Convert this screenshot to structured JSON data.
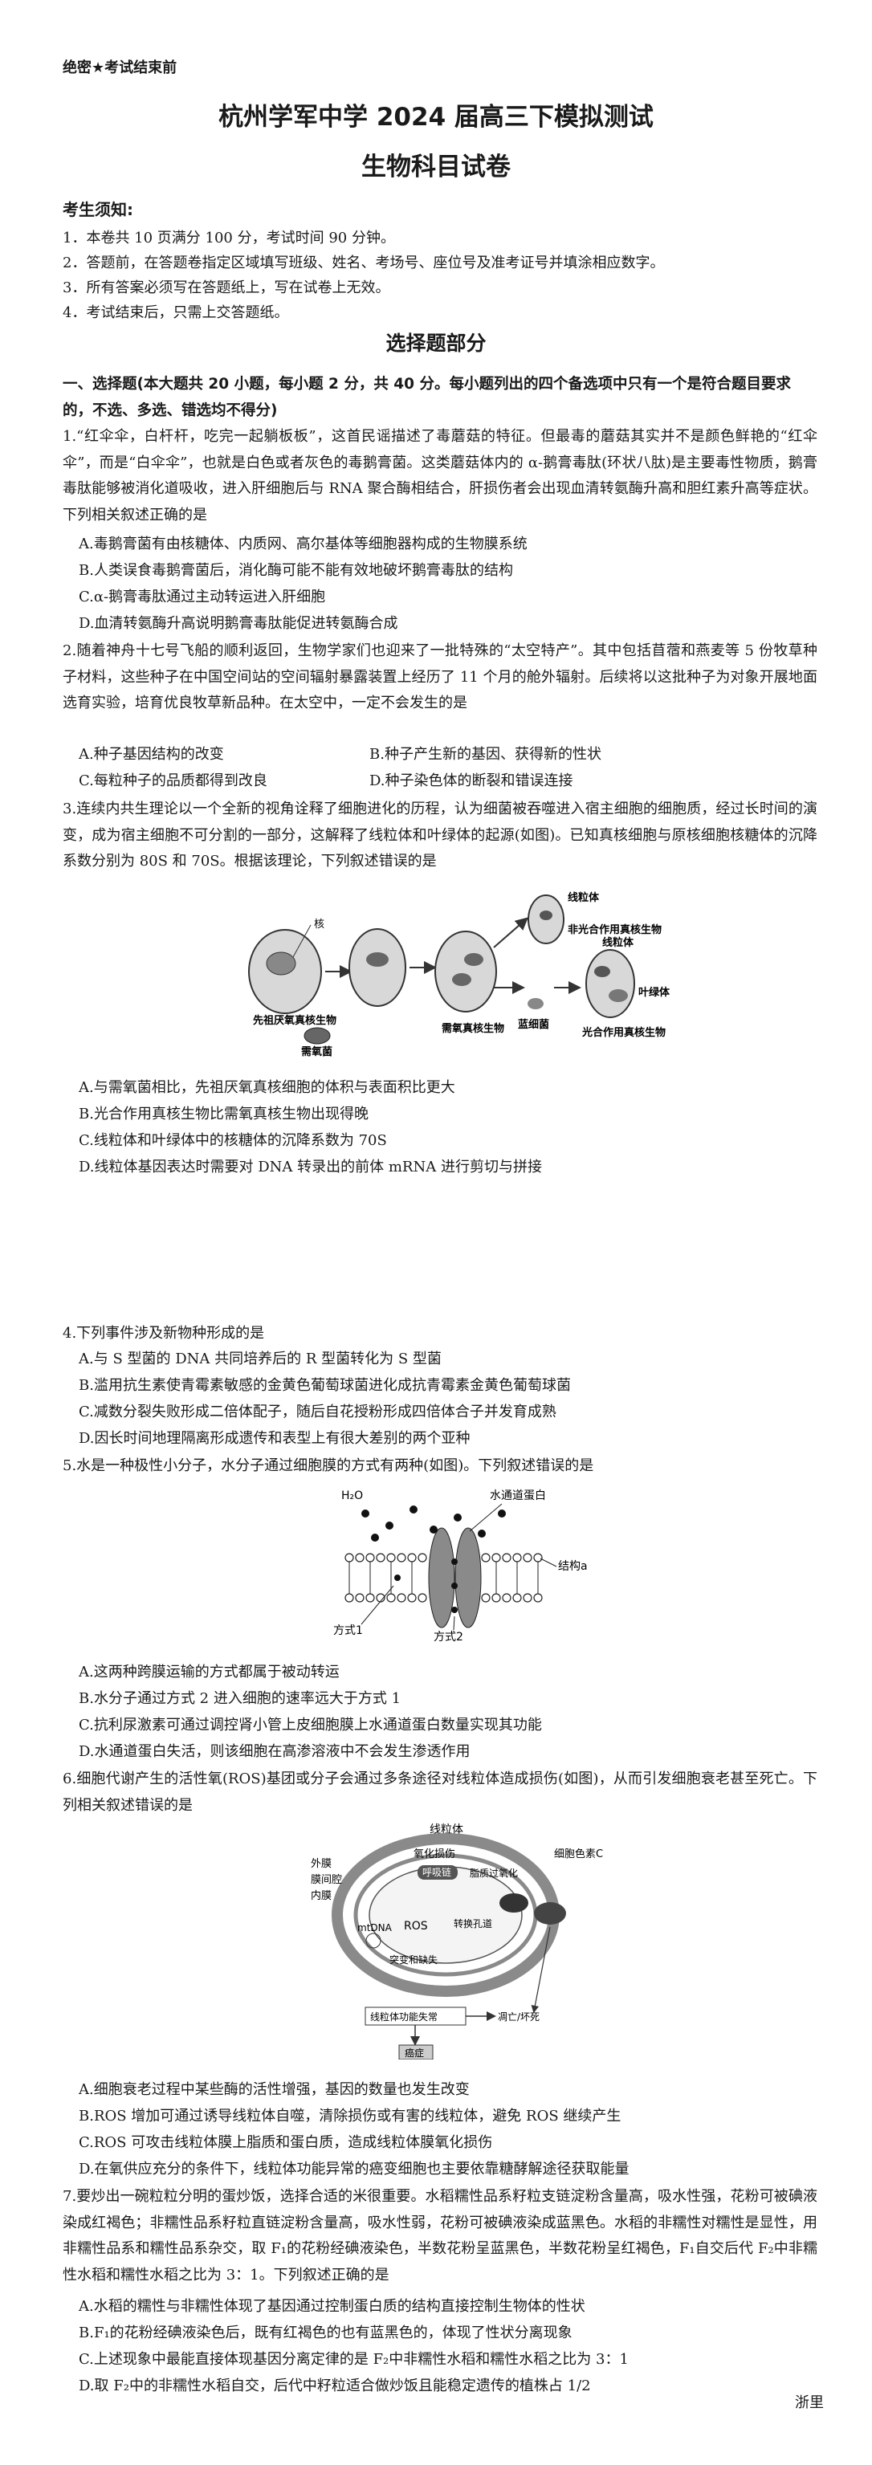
{
  "header": {
    "confidential": "绝密★考试结束前",
    "title": "杭州学军中学  2024 届高三下模拟测试",
    "subtitle": "生物科目试卷"
  },
  "notes": {
    "heading": "考生须知:",
    "items": [
      "1．本卷共 10 页满分 100 分，考试时间 90 分钟。",
      "2．答题前，在答题卷指定区域填写班级、姓名、考场号、座位号及准考证号并填涂相应数字。",
      "3．所有答案必须写在答题纸上，写在试卷上无效。",
      "4．考试结束后，只需上交答题纸。"
    ]
  },
  "section_title": "选择题部分",
  "section_intro": "一、选择题(本大题共 20 小题，每小题 2 分，共 40 分。每小题列出的四个备选项中只有一个是符合题目要求的，不选、多选、错选均不得分)",
  "questions": [
    {
      "stem": "1.“红伞伞，白杆杆，吃完一起躺板板”，这首民谣描述了毒蘑菇的特征。但最毒的蘑菇其实并不是颜色鲜艳的“红伞伞”，而是“白伞伞”，也就是白色或者灰色的毒鹅膏菌。这类蘑菇体内的 α-鹅膏毒肽(环状八肽)是主要毒性物质，鹅膏毒肽能够被消化道吸收，进入肝细胞后与 RNA  聚合酶相结合，肝损伤者会出现血清转氨酶升高和胆红素升高等症状。下列相关叙述正确的是",
      "options": [
        "A.毒鹅膏菌有由核糖体、内质网、高尔基体等细胞器构成的生物膜系统",
        "B.人类误食毒鹅膏菌后，消化酶可能不能有效地破坏鹅膏毒肽的结构",
        "C.α-鹅膏毒肽通过主动转运进入肝细胞",
        "D.血清转氨酶升高说明鹅膏毒肽能促进转氨酶合成"
      ]
    },
    {
      "stem": "2.随着神舟十七号飞船的顺利返回，生物学家们也迎来了一批特殊的“太空特产”。其中包括苜蓿和燕麦等  5  份牧草种子材料，这些种子在中国空间站的空间辐射暴露装置上经历了 11 个月的舱外辐射。后续将以这批种子为对象开展地面选育实验，培育优良牧草新品种。在太空中，一定不会发生的是",
      "options": [
        "A.种子基因结构的改变",
        "B.种子产生新的基因、获得新的性状",
        "C.每粒种子的品质都得到改良",
        "D.种子染色体的断裂和错误连接"
      ]
    },
    {
      "stem": "3.连续内共生理论以一个全新的视角诠释了细胞进化的历程，认为细菌被吞噬进入宿主细胞的细胞质，经过长时间的演变，成为宿主细胞不可分割的一部分，这解释了线粒体和叶绿体的起源(如图)。已知真核细胞与原核细胞核糖体的沉降系数分别为 80S  和 70S。根据该理论，下列叙述错误的是",
      "options": [
        "A.与需氧菌相比，先祖厌氧真核细胞的体积与表面积比更大",
        "B.光合作用真核生物比需氧真核生物出现得晚",
        "C.线粒体和叶绿体中的核糖体的沉降系数为 70S",
        "D.线粒体基因表达时需要对 DNA  转录出的前体 mRNA  进行剪切与拼接"
      ]
    },
    {
      "stem": "4.下列事件涉及新物种形成的是",
      "options": [
        "A.与 S 型菌的 DNA  共同培养后的 R 型菌转化为 S 型菌",
        "B.滥用抗生素使青霉素敏感的金黄色葡萄球菌进化成抗青霉素金黄色葡萄球菌",
        "C.减数分裂失败形成二倍体配子，随后自花授粉形成四倍体合子并发育成熟",
        "D.因长时间地理隔离形成遗传和表型上有很大差别的两个亚种"
      ]
    },
    {
      "stem": "5.水是一种极性小分子，水分子通过细胞膜的方式有两种(如图)。下列叙述错误的是",
      "options": [
        "A.这两种跨膜运输的方式都属于被动转运",
        "B.水分子通过方式 2  进入细胞的速率远大于方式 1",
        "C.抗利尿激素可通过调控肾小管上皮细胞膜上水通道蛋白数量实现其功能",
        "D.水通道蛋白失活，则该细胞在高渗溶液中不会发生渗透作用"
      ]
    },
    {
      "stem": "6.细胞代谢产生的活性氧(ROS)基团或分子会通过多条途径对线粒体造成损伤(如图)，从而引发细胞衰老甚至死亡。下列相关叙述错误的是",
      "options": [
        "A.细胞衰老过程中某些酶的活性增强，基因的数量也发生改变",
        "B.ROS 增加可通过诱导线粒体自噬，清除损伤或有害的线粒体，避免  ROS 继续产生",
        "C.ROS 可攻击线粒体膜上脂质和蛋白质，造成线粒体膜氧化损伤",
        "D.在氧供应充分的条件下，线粒体功能异常的癌变细胞也主要依靠糖酵解途径获取能量"
      ]
    },
    {
      "stem": "7.要炒出一碗粒粒分明的蛋炒饭，选择合适的米很重要。水稻糯性品系籽粒支链淀粉含量高，吸水性强，花粉可被碘液染成红褐色；非糯性品系籽粒直链淀粉含量高，吸水性弱，花粉可被碘液染成蓝黑色。水稻的非糯性对糯性是显性，用非糯性品系和糯性品系杂交，取  F₁的花粉经碘液染色，半数花粉呈蓝黑色，半数花粉呈红褐色，F₁自交后代  F₂中非糯性水稻和糯性水稻之比为 3：1。下列叙述正确的是",
      "options": [
        "A.水稻的糯性与非糯性体现了基因通过控制蛋白质的结构直接控制生物体的性状",
        "B.F₁的花粉经碘液染色后，既有红褐色的也有蓝黑色的，体现了性状分离现象",
        "C.上述现象中最能直接体现基因分离定律的是 F₂中非糯性水稻和糯性水稻之比为 3：1",
        "D.取  F₂中的非糯性水稻自交，后代中籽粒适合做炒饭且能稳定遗传的植株占 1/2"
      ]
    }
  ],
  "fig3": {
    "labels": [
      "先祖厌氧真核生物",
      "需氧菌",
      "需氧真核生物",
      "线粒体",
      "非光合作用真核生物",
      "蓝细菌",
      "线粒体",
      "叶绿体",
      "光合作用真核生物",
      "核"
    ]
  },
  "fig5": {
    "labels": [
      "H₂O",
      "水通道蛋白",
      "结构a",
      "方式1",
      "方式2"
    ]
  },
  "fig6": {
    "labels": [
      "线粒体",
      "外膜",
      "膜间腔",
      "内膜",
      "mtDNA",
      "氧化损伤",
      "呼吸链",
      "ROS",
      "脂质过氧化",
      "细胞色素C",
      "转换孔道",
      "突变和缺失",
      "线粒体功能失常",
      "凋亡/坏死",
      "癌症"
    ]
  },
  "footer": "浙里"
}
